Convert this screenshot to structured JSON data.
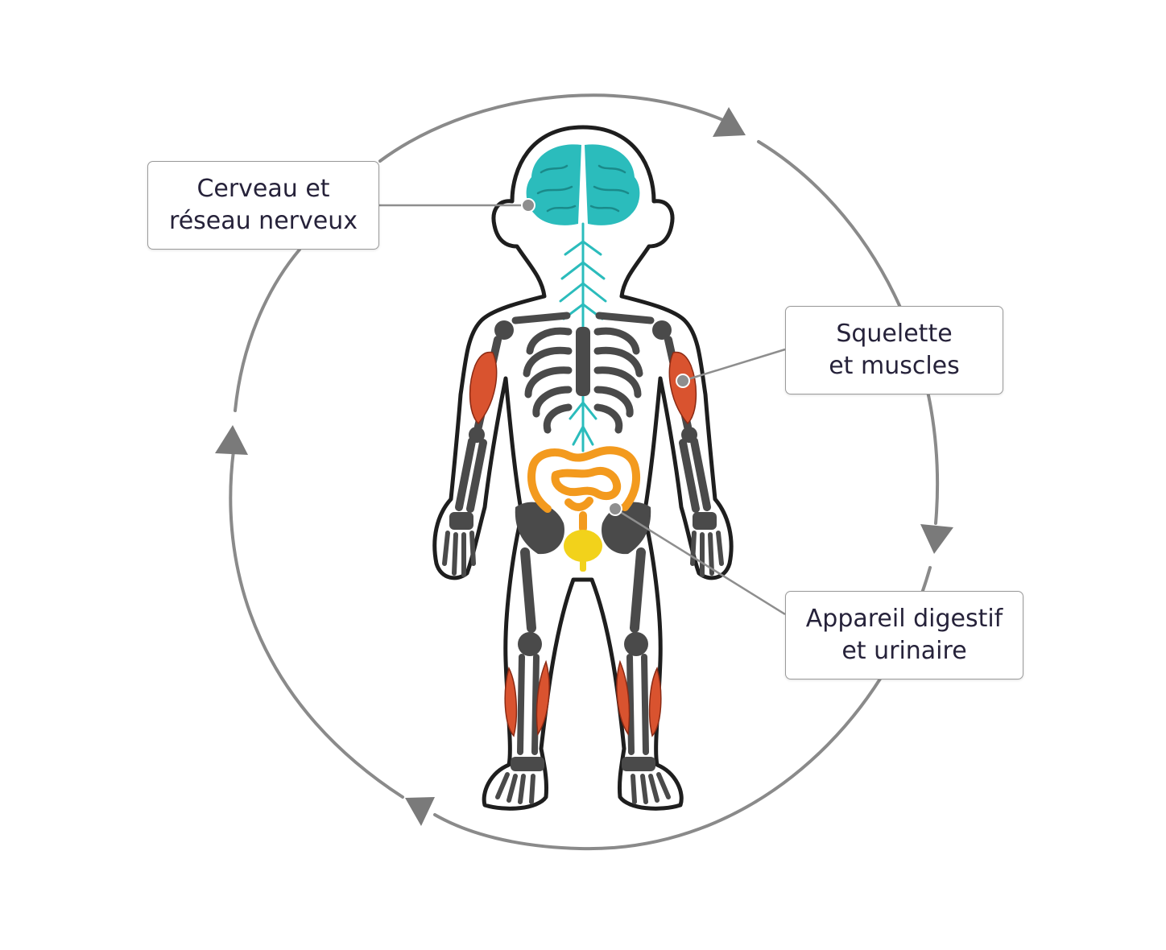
{
  "labels": {
    "brain": {
      "line1": "Cerveau et",
      "line2": "réseau nerveux"
    },
    "skeleton": {
      "line1": "Squelette",
      "line2": "et muscles"
    },
    "digestive": {
      "line1": "Appareil digestif",
      "line2": "et urinaire"
    }
  },
  "colors": {
    "cycle": "#8a8a8a",
    "outline": "#1e1e1e",
    "bone": "#4a4a4a",
    "brain": "#2bbcbc",
    "nerves": "#2bbcbc",
    "muscle": "#d9532f",
    "intestine": "#f39a1e",
    "bladder": "#f2d21b",
    "pointer": "#8e8e8e"
  },
  "cycle": {
    "arrows": 4,
    "direction": "clockwise"
  },
  "icons": [
    "child-body-icon",
    "brain-icon",
    "spine-icon",
    "ribcage-icon",
    "intestine-icon",
    "bladder-icon",
    "muscle-icon"
  ]
}
